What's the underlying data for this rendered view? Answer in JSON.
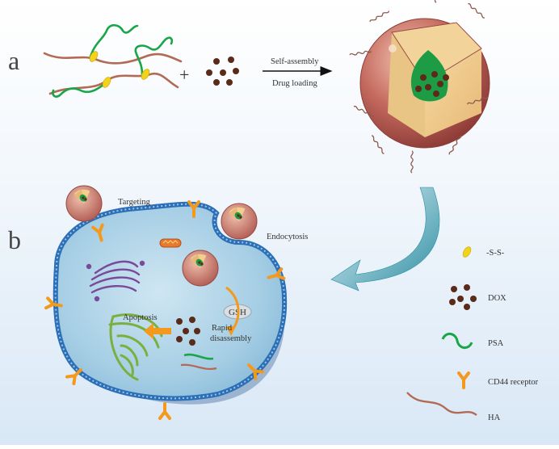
{
  "panels": {
    "a": "a",
    "b": "b"
  },
  "process": {
    "plus": "+",
    "arrow_top": "Self-assembly",
    "arrow_bottom": "Drug loading"
  },
  "cell_labels": {
    "targeting": "Targeting",
    "endocytosis": "Endocytosis",
    "gsh": "GSH",
    "apoptosis": "Apoptosis",
    "rapid": "Rapid",
    "disassembly": "disassembly"
  },
  "legend": {
    "disulfide": "-S-S-",
    "dox": "DOX",
    "psa": "PSA",
    "cd44": "CD44 receptor",
    "ha": "HA"
  },
  "colors": {
    "ha": "#b36a55",
    "psa": "#1aa548",
    "linker": "#f2d21a",
    "dox": "#5a2a1a",
    "receptor": "#f39a1e",
    "cell_membrane": "#2c6fb6",
    "cytoplasm": "#a8cfe6",
    "micelle_shell": "#c0605a",
    "micelle_core": "#1e9b45",
    "golgi": "#7a4a9a",
    "er": "#7ab040"
  }
}
